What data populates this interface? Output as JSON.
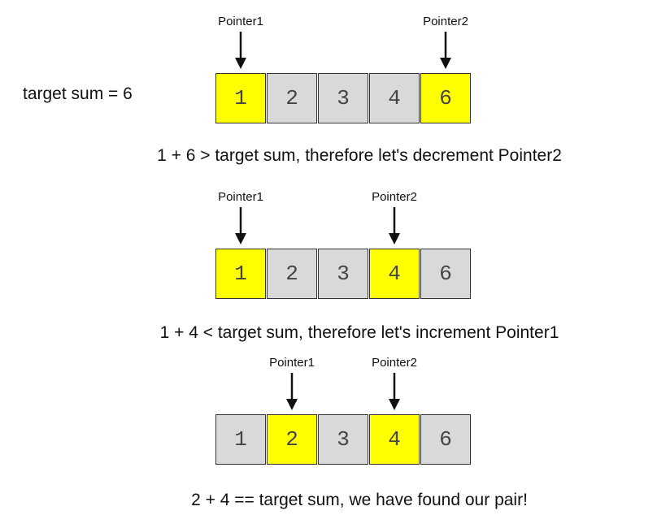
{
  "target_label": "target sum = 6",
  "colors": {
    "highlight": "#ffff00",
    "inactive": "#d9d9d9",
    "border": "#333333",
    "text": "#111111"
  },
  "icons": [
    "arrow-down-icon"
  ],
  "steps": [
    {
      "cells": [
        {
          "value": "1",
          "highlighted": true
        },
        {
          "value": "2",
          "highlighted": false
        },
        {
          "value": "3",
          "highlighted": false
        },
        {
          "value": "4",
          "highlighted": false
        },
        {
          "value": "6",
          "highlighted": true
        }
      ],
      "pointers": [
        {
          "label": "Pointer1",
          "index": 0
        },
        {
          "label": "Pointer2",
          "index": 4
        }
      ],
      "caption": "1 + 6 > target sum, therefore let's decrement Pointer2"
    },
    {
      "cells": [
        {
          "value": "1",
          "highlighted": true
        },
        {
          "value": "2",
          "highlighted": false
        },
        {
          "value": "3",
          "highlighted": false
        },
        {
          "value": "4",
          "highlighted": true
        },
        {
          "value": "6",
          "highlighted": false
        }
      ],
      "pointers": [
        {
          "label": "Pointer1",
          "index": 0
        },
        {
          "label": "Pointer2",
          "index": 3
        }
      ],
      "caption": "1 + 4 < target sum, therefore let's increment Pointer1"
    },
    {
      "cells": [
        {
          "value": "1",
          "highlighted": false
        },
        {
          "value": "2",
          "highlighted": true
        },
        {
          "value": "3",
          "highlighted": false
        },
        {
          "value": "4",
          "highlighted": true
        },
        {
          "value": "6",
          "highlighted": false
        }
      ],
      "pointers": [
        {
          "label": "Pointer1",
          "index": 1
        },
        {
          "label": "Pointer2",
          "index": 3
        }
      ],
      "caption": "2 + 4 == target sum, we have found our pair!"
    }
  ]
}
